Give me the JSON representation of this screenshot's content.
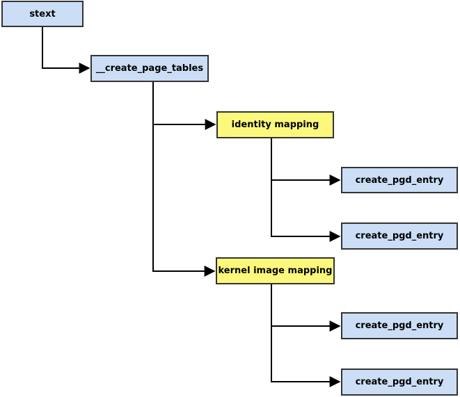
{
  "diagram": {
    "type": "flowchart",
    "colors": {
      "background": "#ffffff",
      "node_blue_fill": "#cbdef5",
      "node_yellow_fill": "#fbf87c",
      "node_border": "#333333",
      "line_color": "#000000",
      "text_color": "#000000"
    },
    "nodes": [
      {
        "id": "stext",
        "label": "stext",
        "fill": "blue"
      },
      {
        "id": "create_page_tables",
        "label": "__create_page_tables",
        "fill": "blue"
      },
      {
        "id": "identity_mapping",
        "label": "identity mapping",
        "fill": "yellow"
      },
      {
        "id": "pgd_entry_1",
        "label": "create_pgd_entry",
        "fill": "blue"
      },
      {
        "id": "pgd_entry_2",
        "label": "create_pgd_entry",
        "fill": "blue"
      },
      {
        "id": "kernel_image_mapping",
        "label": "kernel image mapping",
        "fill": "yellow"
      },
      {
        "id": "pgd_entry_3",
        "label": "create_pgd_entry",
        "fill": "blue"
      },
      {
        "id": "pgd_entry_4",
        "label": "create_pgd_entry",
        "fill": "blue"
      }
    ],
    "edges": [
      {
        "from": "stext",
        "to": "create_page_tables"
      },
      {
        "from": "create_page_tables",
        "to": "identity_mapping"
      },
      {
        "from": "create_page_tables",
        "to": "kernel_image_mapping"
      },
      {
        "from": "identity_mapping",
        "to": "pgd_entry_1"
      },
      {
        "from": "identity_mapping",
        "to": "pgd_entry_2"
      },
      {
        "from": "kernel_image_mapping",
        "to": "pgd_entry_3"
      },
      {
        "from": "kernel_image_mapping",
        "to": "pgd_entry_4"
      }
    ]
  }
}
